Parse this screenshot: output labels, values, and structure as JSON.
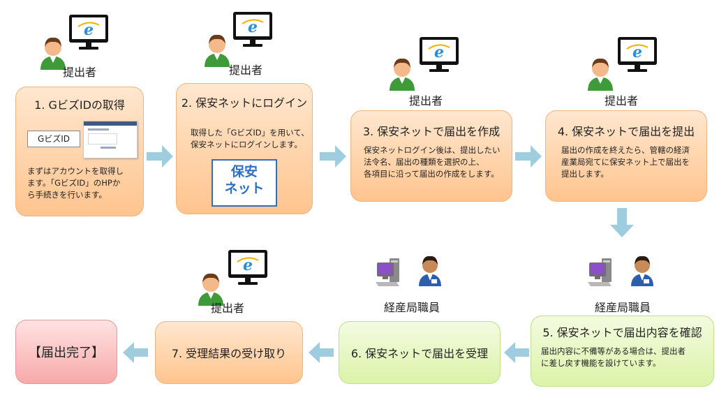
{
  "actors": {
    "submitter": "提出者",
    "meti_staff": "経産局職員"
  },
  "steps": [
    {
      "title": "1. GビズIDの取得",
      "desc": [
        "まずはアカウントを取得し",
        "ます。「GビズID」のHPか",
        "ら手続きを行います。"
      ],
      "badge": "GビズID"
    },
    {
      "title": "2. 保安ネットにログイン",
      "desc": [
        "取得した「GビズID」を用いて、",
        "保安ネットにログインします。"
      ],
      "logo": [
        "保安",
        "ネット"
      ]
    },
    {
      "title": "3. 保安ネットで届出を作成",
      "desc": [
        "保安ネットログイン後は、提出したい",
        "法令名、届出の種類を選択の上、",
        "各項目に沿って届出の作成をします。"
      ]
    },
    {
      "title": "4. 保安ネットで届出を提出",
      "desc": [
        "届出の作成を終えたら、管轄の経済",
        "産業局宛てに保安ネット上で届出を",
        "提出します。"
      ]
    },
    {
      "title": "5. 保安ネットで届出内容を確認",
      "desc": [
        "届出内容に不備等がある場合は、提出者",
        "に差し戻す機能を設けています。"
      ]
    },
    {
      "title": "6. 保安ネットで届出を受理"
    },
    {
      "title": "7. 受理結果の受け取り"
    },
    {
      "title": "【届出完了】"
    }
  ],
  "colors": {
    "orange": "#ffc48e",
    "green": "#dcf3a8",
    "red": "#f7a9a9",
    "arrow": "#9fcde0"
  },
  "icons": [
    "person-icon",
    "computer-monitor-icon",
    "internet-explorer-icon",
    "office-worker-icon",
    "desktop-pc-icon"
  ]
}
